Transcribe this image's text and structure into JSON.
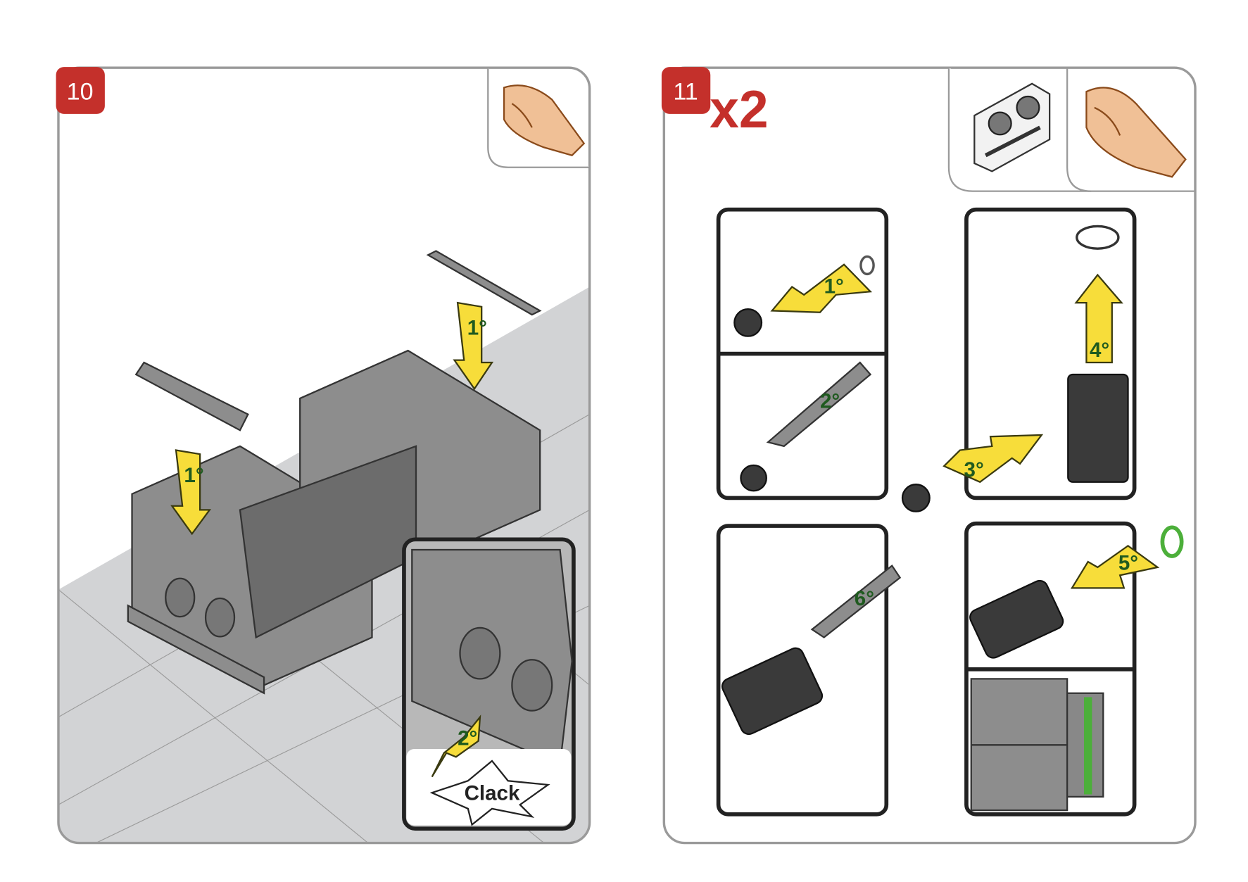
{
  "step10": {
    "number": "10",
    "arrow1_label": "1°",
    "arrow1b_label": "1°",
    "arrow2_label": "2°",
    "sound_label": "Clack",
    "icons": [
      "hand-press-icon"
    ]
  },
  "step11": {
    "number": "11",
    "multiplier": "x2",
    "icons": [
      "grease-kit-icon",
      "hand-press-icon"
    ],
    "labels": {
      "s1": "1°",
      "s2": "2°",
      "s3": "3°",
      "s4": "4°",
      "s5": "5°",
      "s6": "6°"
    },
    "colors": {
      "badge": "#c4302b",
      "arrow": "#f7dd3a",
      "oring": "#4caf3a"
    }
  }
}
